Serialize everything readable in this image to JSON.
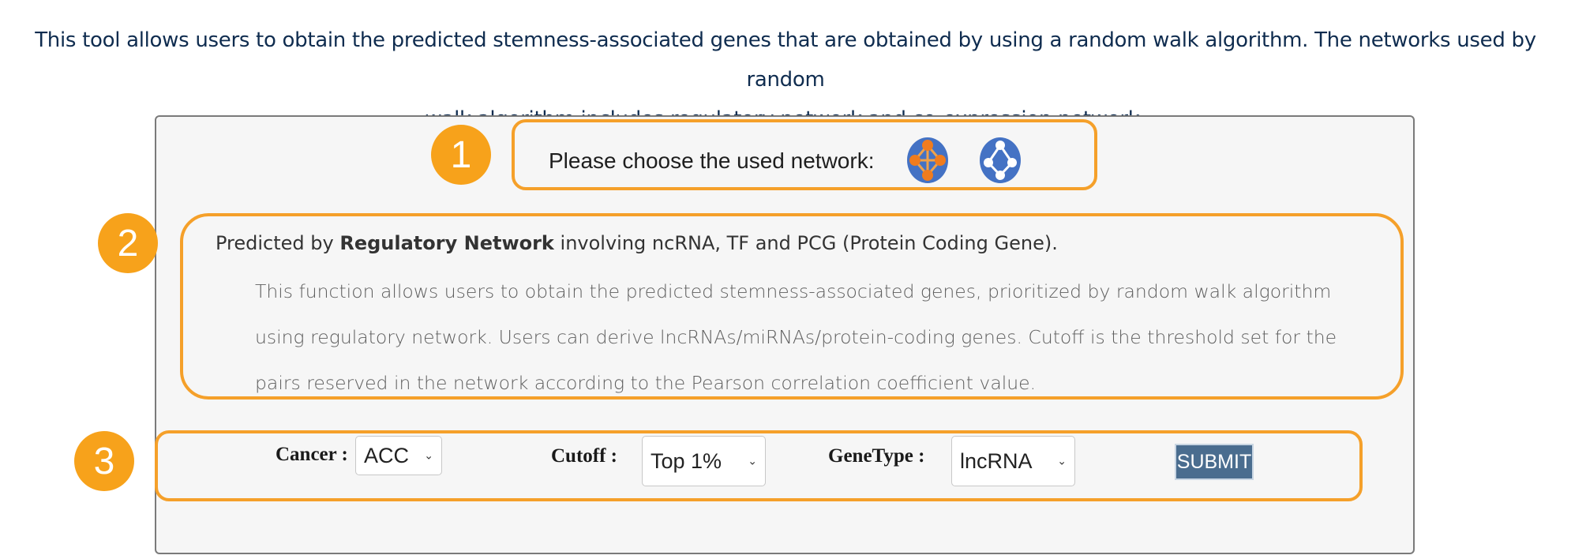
{
  "intro": {
    "line1": "This tool allows users to obtain the predicted stemness-associated genes that are obtained by using a random walk algorithm. The networks used by random",
    "line2": "walk algorithm includes regulatory network and co-expression network."
  },
  "steps": [
    "1",
    "2",
    "3"
  ],
  "network": {
    "label": "Please choose the used network:",
    "icons": [
      "regulatory-network-icon",
      "co-expression-network-icon"
    ]
  },
  "description": {
    "lead_prefix": "Predicted by ",
    "lead_bold": "Regulatory Network",
    "lead_suffix": " involving ncRNA, TF and PCG (Protein Coding Gene).",
    "line1": "This function allows users to obtain the predicted stemness-associated genes, prioritized by random walk algorithm",
    "line2": "using regulatory network. Users can derive lncRNAs/miRNAs/protein-coding genes. Cutoff is the threshold set for the",
    "line3": "pairs reserved in the network according to the Pearson correlation coefficient value."
  },
  "form": {
    "cancer_label": "Cancer :",
    "cancer_value": "ACC",
    "cutoff_label": "Cutoff :",
    "cutoff_value": "Top 1%",
    "genetype_label": "GeneType :",
    "genetype_value": "lncRNA",
    "submit_label": "SUBMIT"
  },
  "colors": {
    "accent_orange": "#f7a21b",
    "icon_blue": "#4472c4",
    "submit_bg": "#4a6d8f",
    "intro_text": "#0f2c4f"
  }
}
